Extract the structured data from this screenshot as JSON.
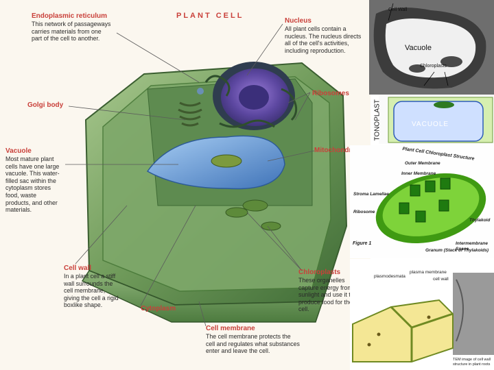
{
  "main_diagram": {
    "title": "PLANT CELL",
    "labels": {
      "endoplasmic_reticulum": {
        "heading": "Endoplasmic reticulum",
        "lines": [
          "This network of passageways",
          "carries materials from one",
          "part of the cell to another."
        ]
      },
      "nucleus": {
        "heading": "Nucleus",
        "lines": [
          "All plant cells contain a",
          "nucleus. The nucleus directs",
          "all of the cell's activities,",
          "including reproduction."
        ]
      },
      "golgi_body": {
        "heading": "Golgi body"
      },
      "ribosomes": {
        "heading": "Ribosomes"
      },
      "vacuole": {
        "heading": "Vacuole",
        "lines": [
          "Most mature plant",
          "cells have one large",
          "vacuole. This water-",
          "filled sac within the",
          "cytoplasm stores",
          "food, waste",
          "products, and other",
          "materials."
        ]
      },
      "mitochondrion": {
        "heading": "Mitochondrion"
      },
      "cell_wall": {
        "heading": "Cell wall",
        "lines": [
          "In a plant cell a stiff",
          "wall surrounds the",
          "cell membrane,",
          "giving the cell a rigid",
          "boxlike shape."
        ]
      },
      "cytoplasm": {
        "heading": "Cytoplasm"
      },
      "chloroplasts": {
        "heading": "Chloroplasts",
        "lines": [
          "These organelles",
          "capture energy from",
          "sunlight and use it to",
          "produce food for the",
          "cell."
        ]
      },
      "cell_membrane": {
        "heading": "Cell membrane",
        "lines": [
          "The cell membrane protects the",
          "cell and regulates what substances",
          "enter and leave the cell."
        ]
      }
    }
  },
  "micrograph": {
    "cell_wall": "Cell Wall",
    "vacuole": "Vacuole",
    "chloroplasts": "Chloroplasts"
  },
  "tonoplast_panel": {
    "side_label": "TONOPLAST",
    "vacuole": "VACUOLE"
  },
  "chloroplast_panel": {
    "title": "Plant Cell Chloroplast Structure",
    "labels": [
      "Outer Membrane",
      "Inner Membrane",
      "Stroma Lamellae",
      "Ribosome",
      "Thylakoid",
      "Intermembrane Space",
      "Granum (Stack of Thylakoids)"
    ],
    "figure": "Figure 1"
  },
  "cellwall_panel": {
    "plasmodesmata": "plasmodesmata",
    "plasma_membrane": "plasma membrane",
    "cell_wall": "cell wall",
    "tem_caption": [
      "TEM image of cell wall",
      "structure in plant roots"
    ]
  },
  "colors": {
    "heading_red": "#c9403a",
    "cell_green": "#6f9a5a",
    "vacuole_blue": "#6a9fd8",
    "nucleus_purple": "#7a5fb0",
    "chloroplast_green": "#5cc21a",
    "cell_wall_yellow": "#f2e79a"
  }
}
